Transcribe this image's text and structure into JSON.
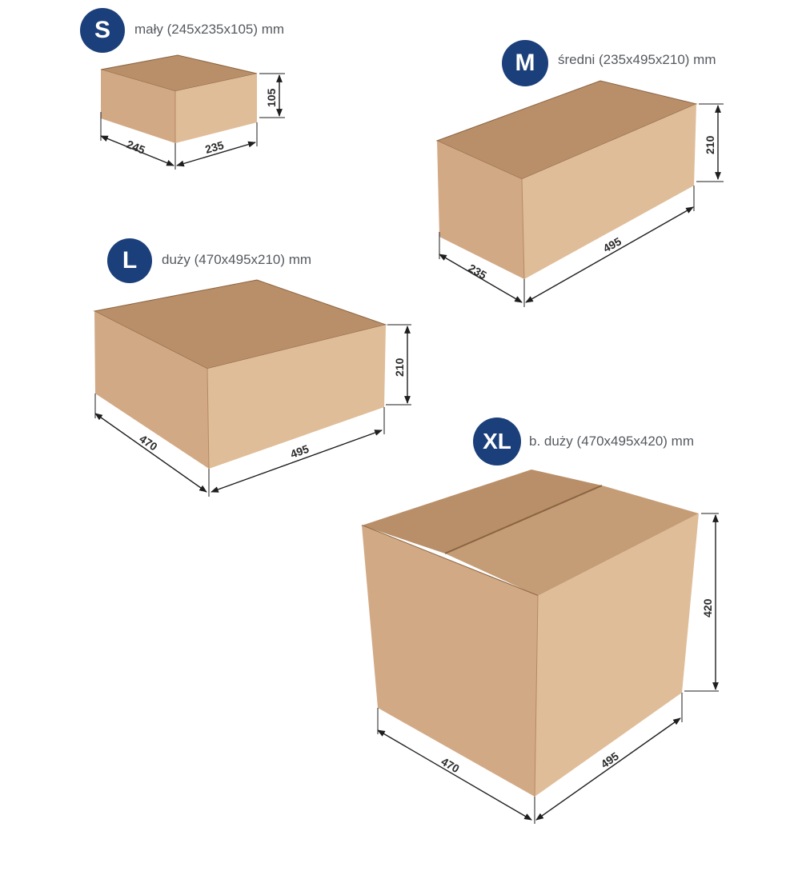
{
  "colors": {
    "badge": "#1b3f7a",
    "caption": "#555a60",
    "box_top": "#b98f6a",
    "box_top_light": "#c49c76",
    "box_left": "#d2a985",
    "box_right": "#dfbd98",
    "box_edge": "#8a6440",
    "dimension_line": "#1e1e1e"
  },
  "boxes": {
    "s": {
      "badge": "S",
      "caption": "mały (245x235x105) mm",
      "depth": "245",
      "width": "235",
      "height": "105"
    },
    "m": {
      "badge": "M",
      "caption": "średni (235x495x210) mm",
      "depth": "235",
      "width": "495",
      "height": "210"
    },
    "l": {
      "badge": "L",
      "caption": "duży (470x495x210) mm",
      "depth": "470",
      "width": "495",
      "height": "210"
    },
    "xl": {
      "badge": "XL",
      "caption": "b. duży (470x495x420) mm",
      "depth": "470",
      "width": "495",
      "height": "420"
    }
  }
}
